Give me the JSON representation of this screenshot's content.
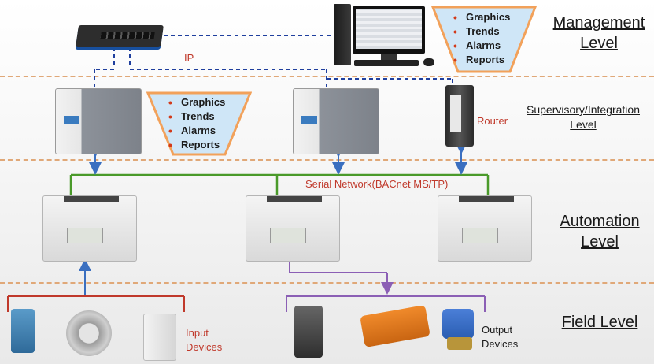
{
  "levels": {
    "management": [
      "Management",
      "Level"
    ],
    "supervisory": [
      "Supervisory/Integration",
      "Level"
    ],
    "automation": [
      "Automation",
      "Level"
    ],
    "field": "Field Level"
  },
  "network_labels": {
    "ip": "IP",
    "serial": "Serial Network(BACnet MS/TP)",
    "router": "Router",
    "input_devices": [
      "Input",
      "Devices"
    ],
    "output_devices": [
      "Output",
      "Devices"
    ]
  },
  "feature_list_top": [
    "Graphics",
    "Trends",
    "Alarms",
    "Reports"
  ],
  "feature_list_mid": [
    "Graphics",
    "Trends",
    "Alarms",
    "Reports"
  ],
  "colors": {
    "ip_line": "#1f3f9e",
    "serial_line": "#4a9a2a",
    "field_input_line": "#c0392b",
    "field_output_line": "#8b5fb5",
    "arrow": "#3a6fc0",
    "divider": "#e0a878",
    "callout_border": "#f2a15a",
    "callout_fill": "#cfe6f7",
    "label_red": "#c0392b"
  },
  "icons": {
    "switch": "ethernet-switch-icon",
    "workstation": "workstation-icon",
    "supervisory_controller": "supervisory-controller-icon",
    "router": "router-icon",
    "controller": "plc-controller-icon",
    "actuator": "valve-actuator-icon"
  }
}
